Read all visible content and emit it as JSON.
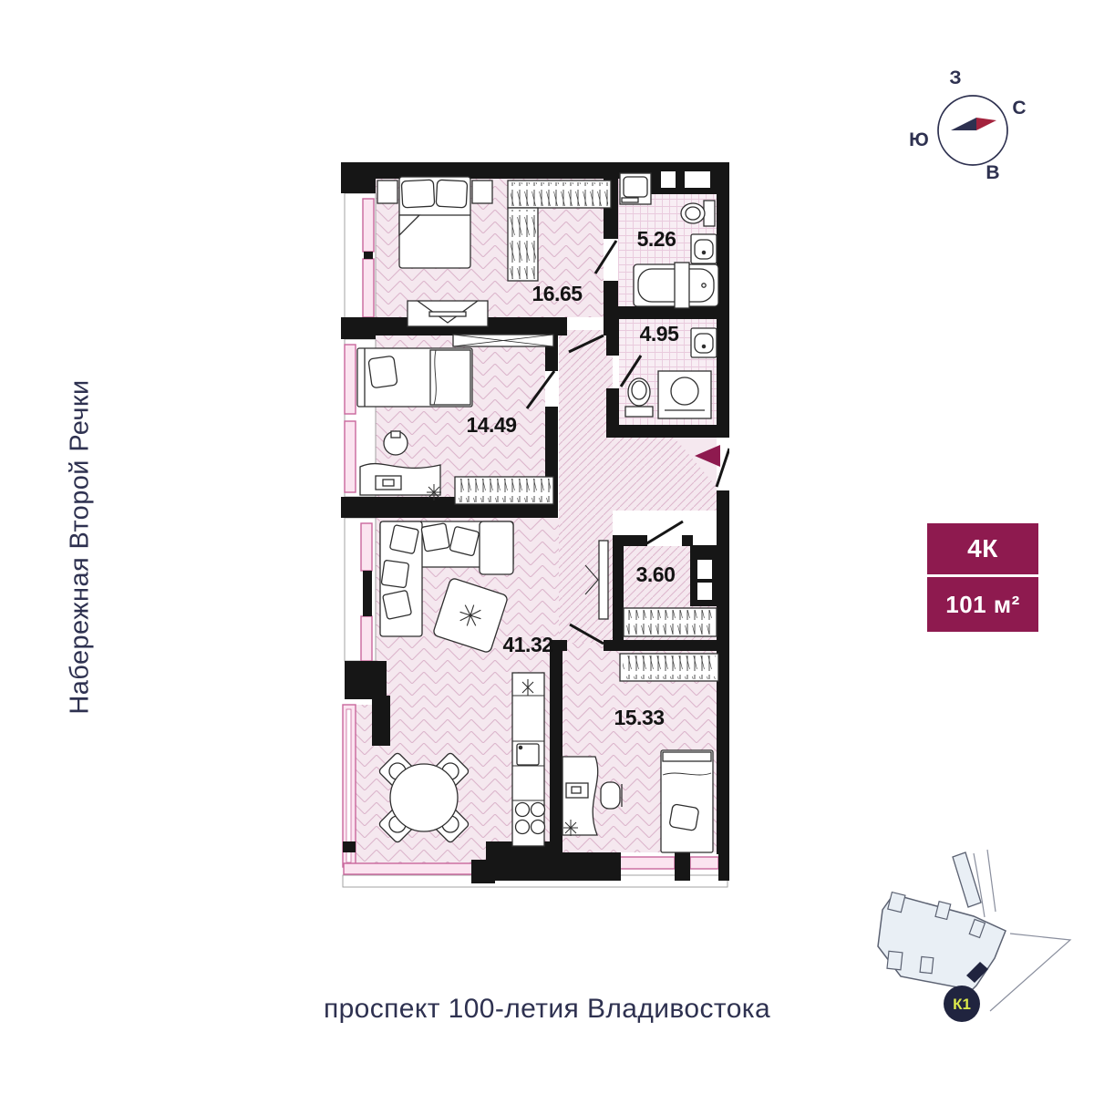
{
  "streets": {
    "left": "Набережная Второй Речки",
    "bottom": "проспект 100-летия Владивостока"
  },
  "compass": {
    "top": "З",
    "right": "С",
    "left": "Ю",
    "bottom": "В"
  },
  "unit_badge": {
    "rooms_label": "4К",
    "area_label": "101 м²"
  },
  "floor_plan": {
    "room_areas": {
      "bedroom_master": "16.65",
      "bathroom_1": "5.26",
      "bathroom_2": "4.95",
      "bedroom_2": "14.49",
      "wardrobe": "3.60",
      "living_kitchen": "41.32",
      "bedroom_3": "15.33"
    }
  },
  "site_plan": {
    "building_label": "К1"
  },
  "colors": {
    "accent_magenta": "#8e1a4f",
    "navy": "#2e3150",
    "needle_red": "#a3233d",
    "k1_yellow": "#dbe84b",
    "wall_black": "#161616",
    "floor_pink": "#f5e8ef",
    "pattern_pink": "#dcb6cc",
    "window_pink": "#c9679c",
    "site_fill": "#e9eff5"
  }
}
